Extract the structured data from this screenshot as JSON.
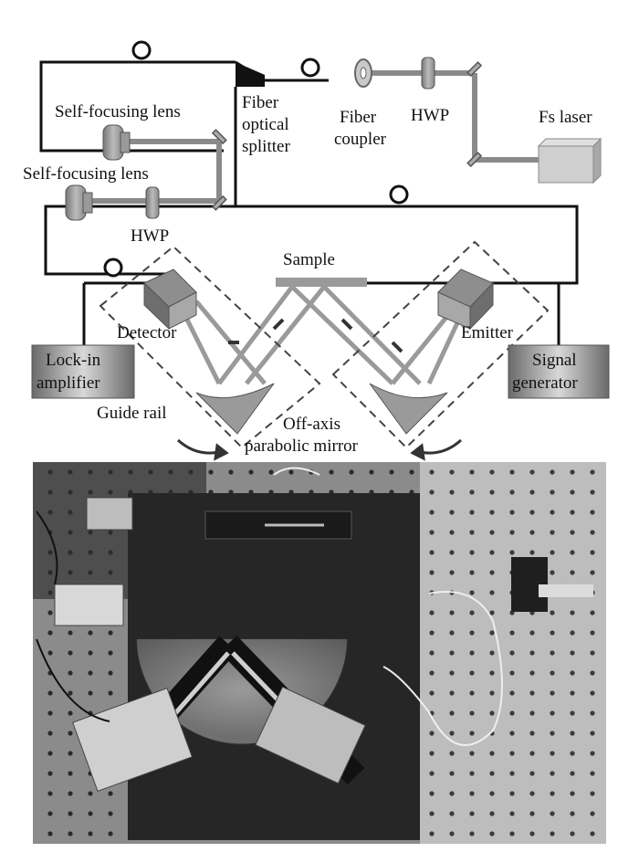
{
  "diagram": {
    "labels": {
      "self_focusing_lens_top": "Self-focusing lens",
      "self_focusing_lens_bottom": "Self-focusing lens",
      "fiber_optical_splitter": [
        "Fiber",
        "optical",
        "splitter"
      ],
      "fiber_coupler": [
        "Fiber",
        "coupler"
      ],
      "hwp_top": "HWP",
      "hwp_bottom": "HWP",
      "fs_laser": "Fs laser",
      "sample": "Sample",
      "detector": "Detector",
      "emitter": "Emitter",
      "lock_in_amplifier": [
        "Lock-in",
        "amplifier"
      ],
      "signal_generator": [
        "Signal",
        "generator"
      ],
      "guide_rail": "Guide rail",
      "off_axis_parabolic_mirror": [
        "Off-axis",
        "parabolic mirror"
      ]
    }
  },
  "photo": {
    "description_visible": ""
  }
}
